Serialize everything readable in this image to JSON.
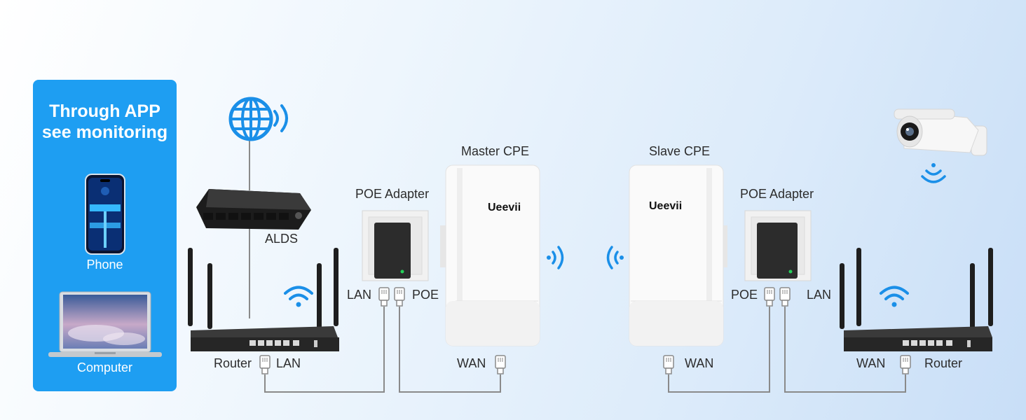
{
  "panel": {
    "title_line1": "Through APP",
    "title_line2": "see monitoring",
    "phone_label": "Phone",
    "computer_label": "Computer"
  },
  "labels": {
    "alds": "ALDS",
    "poe_adapter_left": "POE Adapter",
    "poe_adapter_right": "POE Adapter",
    "master_cpe": "Master CPE",
    "slave_cpe": "Slave CPE",
    "lan_left_adapter": "LAN",
    "poe_left_adapter": "POE",
    "poe_right_adapter": "POE",
    "lan_right_adapter": "LAN",
    "router_left": "Router",
    "lan_left_router": "LAN",
    "wan_master": "WAN",
    "wan_slave": "WAN",
    "wan_right_router": "WAN",
    "router_right": "Router"
  },
  "brand": {
    "master_logo": "Ueevii",
    "slave_logo": "Ueevii"
  },
  "colors": {
    "panel": "#1e9ef2",
    "accent_blue": "#1a8fe8",
    "cable": "#8a8a8a"
  }
}
